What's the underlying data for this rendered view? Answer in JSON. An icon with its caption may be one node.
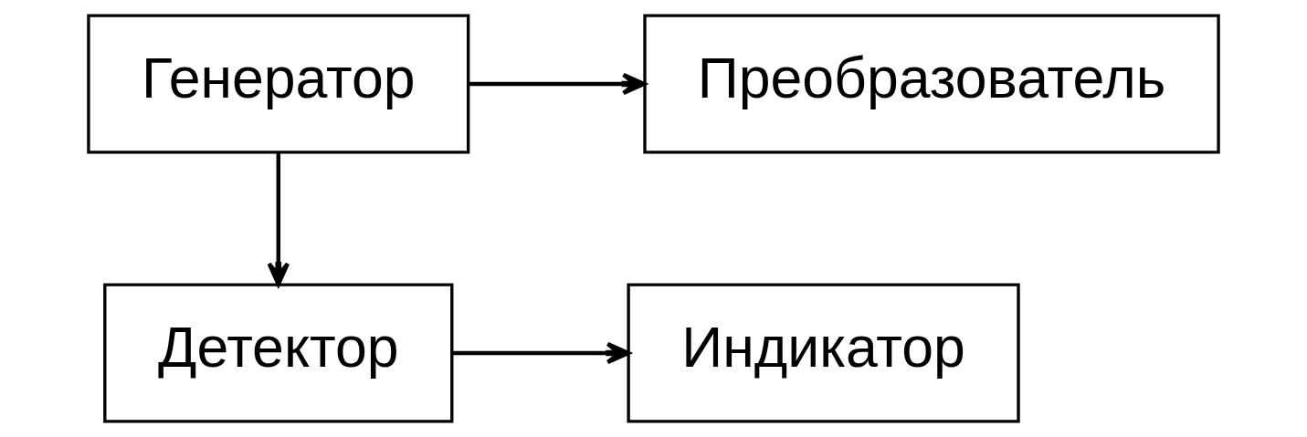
{
  "diagram": {
    "nodes": [
      {
        "text": [
          "Генератор"
        ]
      },
      {
        "text": [
          "Преобразователь"
        ]
      },
      {
        "text": [
          "Детектор"
        ]
      },
      {
        "text": [
          "Индикатор"
        ]
      }
    ],
    "edges": [
      {
        "from": 0,
        "to": 1,
        "arrow": "to"
      },
      {
        "from": 0,
        "to": 2,
        "arrow": "to"
      },
      {
        "from": 2,
        "to": 3,
        "arrow": "to"
      }
    ]
  }
}
